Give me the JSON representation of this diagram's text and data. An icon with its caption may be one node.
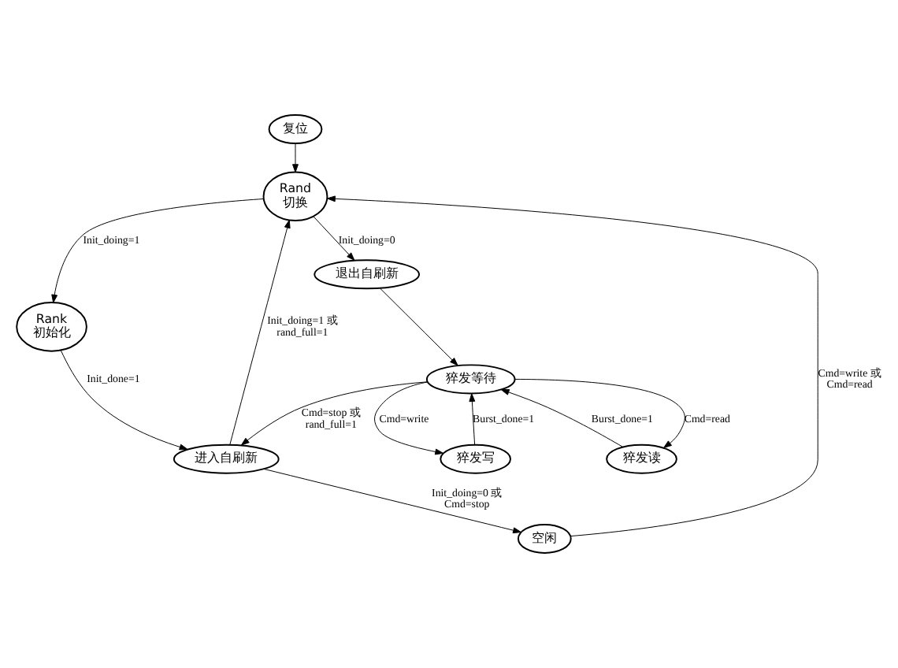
{
  "diagram": {
    "nodes": [
      {
        "text": [
          "复位"
        ]
      },
      {
        "text": [
          "Rand 切换"
        ]
      },
      {
        "text": [
          "Rank 初始化"
        ]
      },
      {
        "text": [
          "进入自刷新"
        ]
      },
      {
        "text": [
          "退出自刷新"
        ]
      },
      {
        "text": [
          "空闲"
        ]
      },
      {
        "text": [
          "猝发等待"
        ]
      },
      {
        "text": [
          "猝发读"
        ]
      },
      {
        "text": [
          "猝发写"
        ]
      }
    ],
    "edges": [
      {
        "from": 0,
        "to": 1,
        "arrow": "to"
      },
      {
        "from": 1,
        "to": 2,
        "arrow": "to",
        "label": "Init_doing=1"
      },
      {
        "from": 2,
        "to": 3,
        "arrow": "to",
        "label": "Init_done=1"
      },
      {
        "from": 3,
        "to": 1,
        "arrow": "to",
        "label": "Init_doing=1 或 rand_full=1"
      },
      {
        "from": 1,
        "to": 4,
        "arrow": "to",
        "label": "Init_doing=0"
      },
      {
        "from": 5,
        "to": 1,
        "arrow": "to",
        "label": "Cmd=write 或 Cmd=read"
      },
      {
        "from": 3,
        "to": 5,
        "arrow": "to",
        "label": "Init_doing=0 或 Cmd=stop"
      },
      {
        "from": 6,
        "to": 3,
        "arrow": "to",
        "label": "Cmd=stop 或 rand_full=1"
      },
      {
        "from": 4,
        "to": 6,
        "arrow": "to"
      },
      {
        "from": 6,
        "to": 7,
        "arrow": "to",
        "label": "Cmd=read"
      },
      {
        "from": 6,
        "to": 8,
        "arrow": "to",
        "label": "Cmd=write"
      },
      {
        "from": 7,
        "to": 6,
        "arrow": "to",
        "label": "Burst_done=1"
      },
      {
        "from": 8,
        "to": 6,
        "arrow": "to",
        "label": "Burst_done=1"
      }
    ]
  }
}
